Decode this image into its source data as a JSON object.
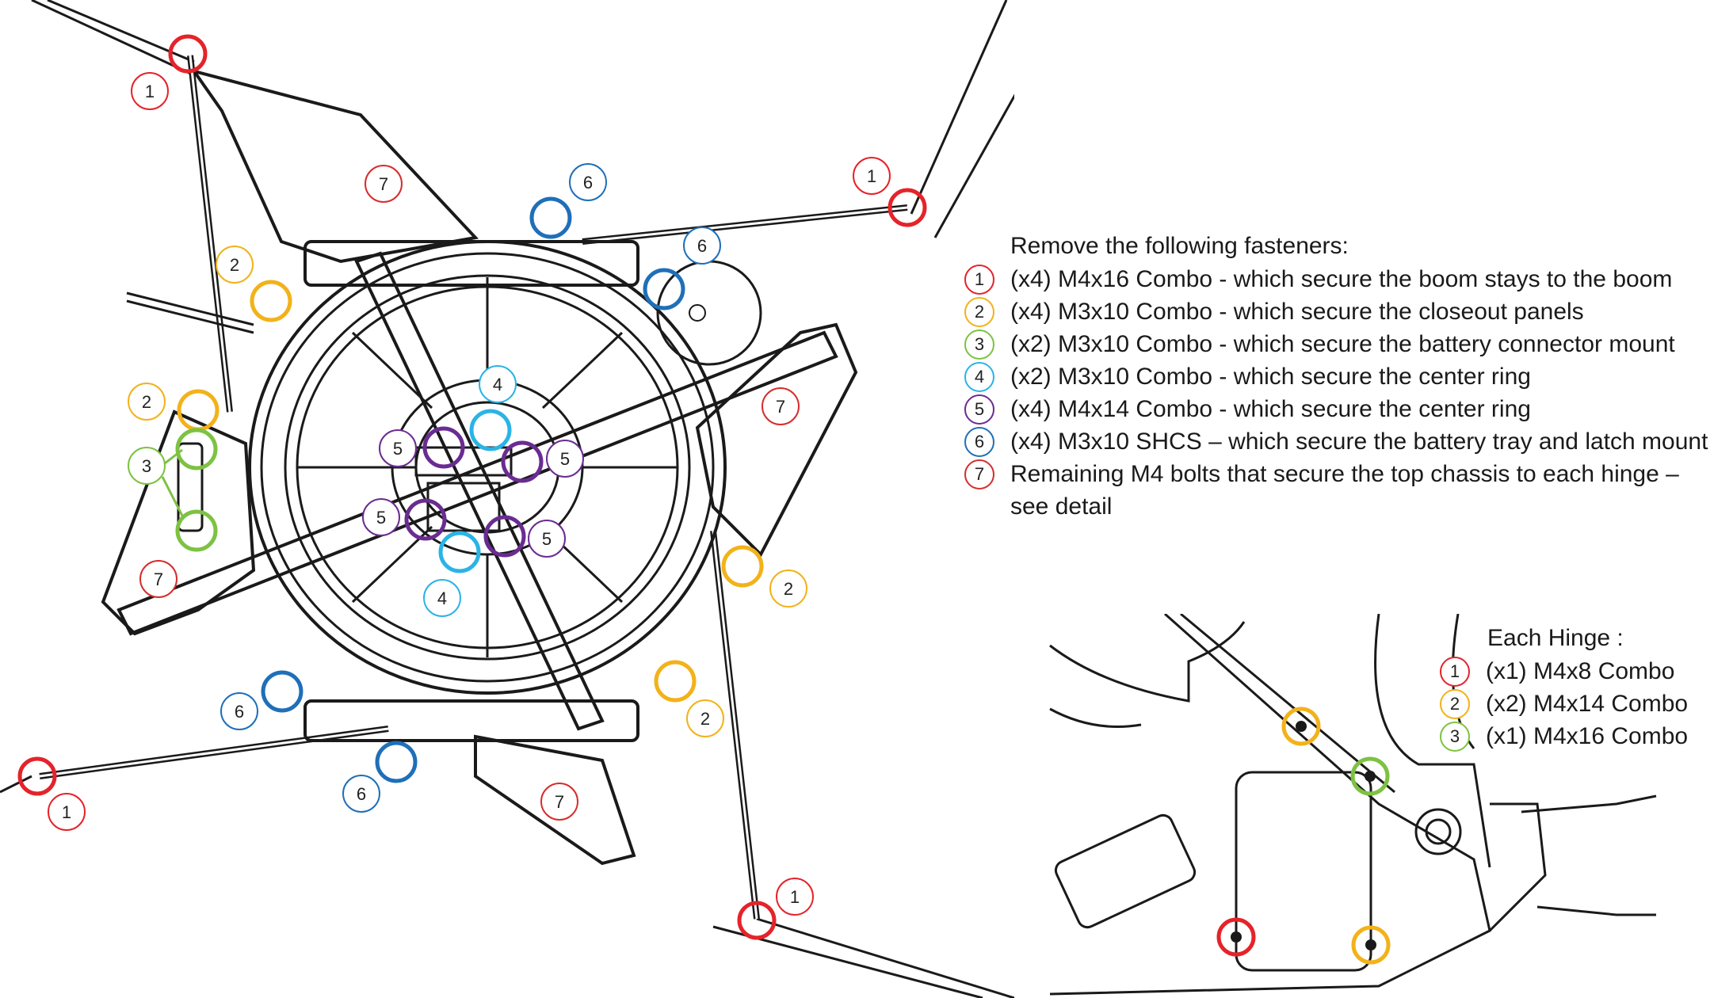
{
  "colors": {
    "c1": "#e5232a",
    "c2": "#f2b21a",
    "c3": "#7dc242",
    "c4": "#2bb3e6",
    "c5": "#6a2c91",
    "c6": "#1f6fb9",
    "c7": "#d62d2d",
    "line": "#1a1a1a"
  },
  "legend": {
    "title": "Remove the following fasteners:",
    "items": [
      {
        "num": "1",
        "color_key": "c1",
        "text": "(x4) M4x16 Combo - which secure the boom stays to the boom"
      },
      {
        "num": "2",
        "color_key": "c2",
        "text": "(x4) M3x10 Combo - which secure the closeout panels"
      },
      {
        "num": "3",
        "color_key": "c3",
        "text": "(x2) M3x10 Combo - which secure the battery connector mount"
      },
      {
        "num": "4",
        "color_key": "c4",
        "text": "(x2) M3x10 Combo - which secure the center ring"
      },
      {
        "num": "5",
        "color_key": "c5",
        "text": "(x4) M4x14 Combo - which secure the center ring"
      },
      {
        "num": "6",
        "color_key": "c6",
        "text": "(x4) M3x10 SHCS – which secure the battery tray and latch mount"
      },
      {
        "num": "7",
        "color_key": "c7",
        "text": "Remaining M4 bolts that secure the top chassis to each hinge –\nsee detail"
      }
    ]
  },
  "hinge_legend": {
    "title": "Each Hinge :",
    "items": [
      {
        "num": "1",
        "color_key": "c1",
        "text": "(x1) M4x8 Combo"
      },
      {
        "num": "2",
        "color_key": "c2",
        "text": "(x2) M4x14 Combo"
      },
      {
        "num": "3",
        "color_key": "c3",
        "text": "(x1) M4x16 Combo"
      }
    ]
  },
  "callouts": {
    "one": "1",
    "two": "2",
    "three": "3",
    "four": "4",
    "five": "5",
    "six": "6",
    "seven": "7"
  }
}
